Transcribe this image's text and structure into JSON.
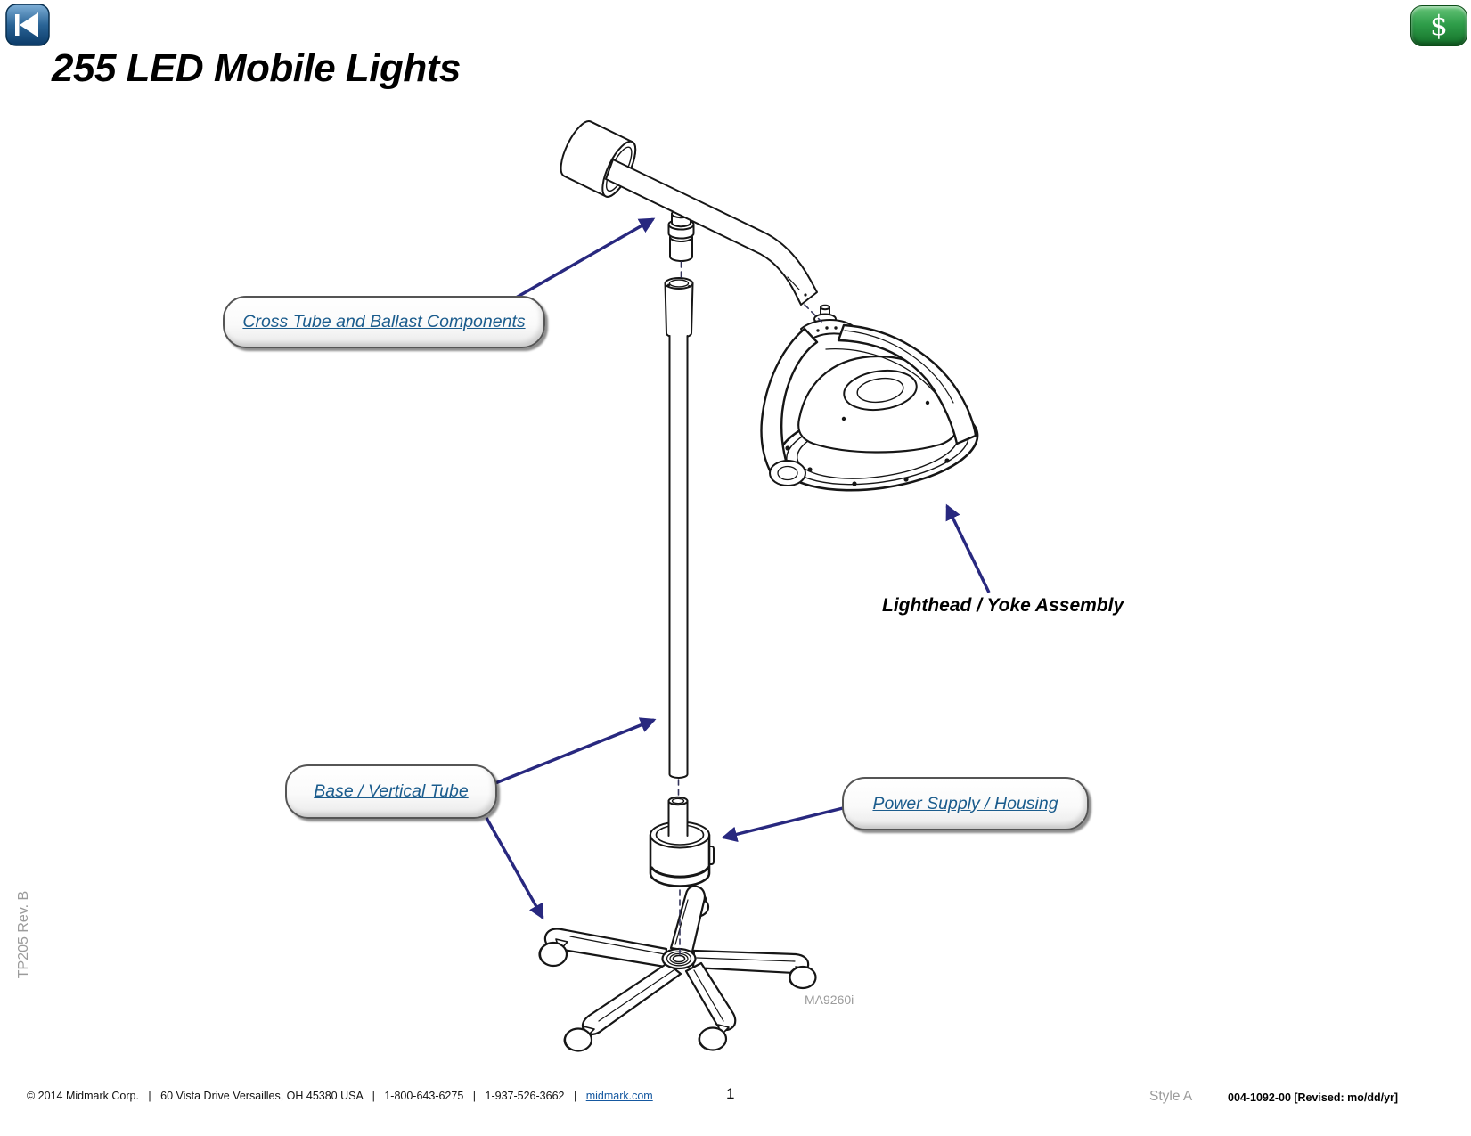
{
  "header": {
    "title": "255 LED Mobile Lights"
  },
  "nav": {
    "dollar_symbol": "$"
  },
  "callouts": {
    "cross_tube_label": "Cross Tube and Ballast Components",
    "base_vertical_label": "Base / Vertical Tube",
    "power_supply_label": "Power Supply / Housing",
    "lighthead_label": "Lighthead / Yoke Assembly"
  },
  "figure": {
    "code": "MA9260i"
  },
  "sidebar": {
    "doc_code": "TP205 Rev. B"
  },
  "footer": {
    "copyright": "© 2014  Midmark Corp.",
    "sep": "|",
    "address": "60 Vista Drive Versailles, OH 45380 USA",
    "phone_toll_free": "1-800-643-6275",
    "phone_local": "1-937-526-3662",
    "website": "midmark.com",
    "page_number": "1",
    "style": "Style A",
    "revision": "004-1092-00 [Revised:  mo/dd/yr]"
  },
  "colors": {
    "link_blue": "#1b5c8d",
    "arrow_navy": "#28287f",
    "back_icon_blue": "#0d3a66",
    "dollar_icon_green": "#2f9e4a",
    "muted_gray": "#9b9b9b"
  }
}
